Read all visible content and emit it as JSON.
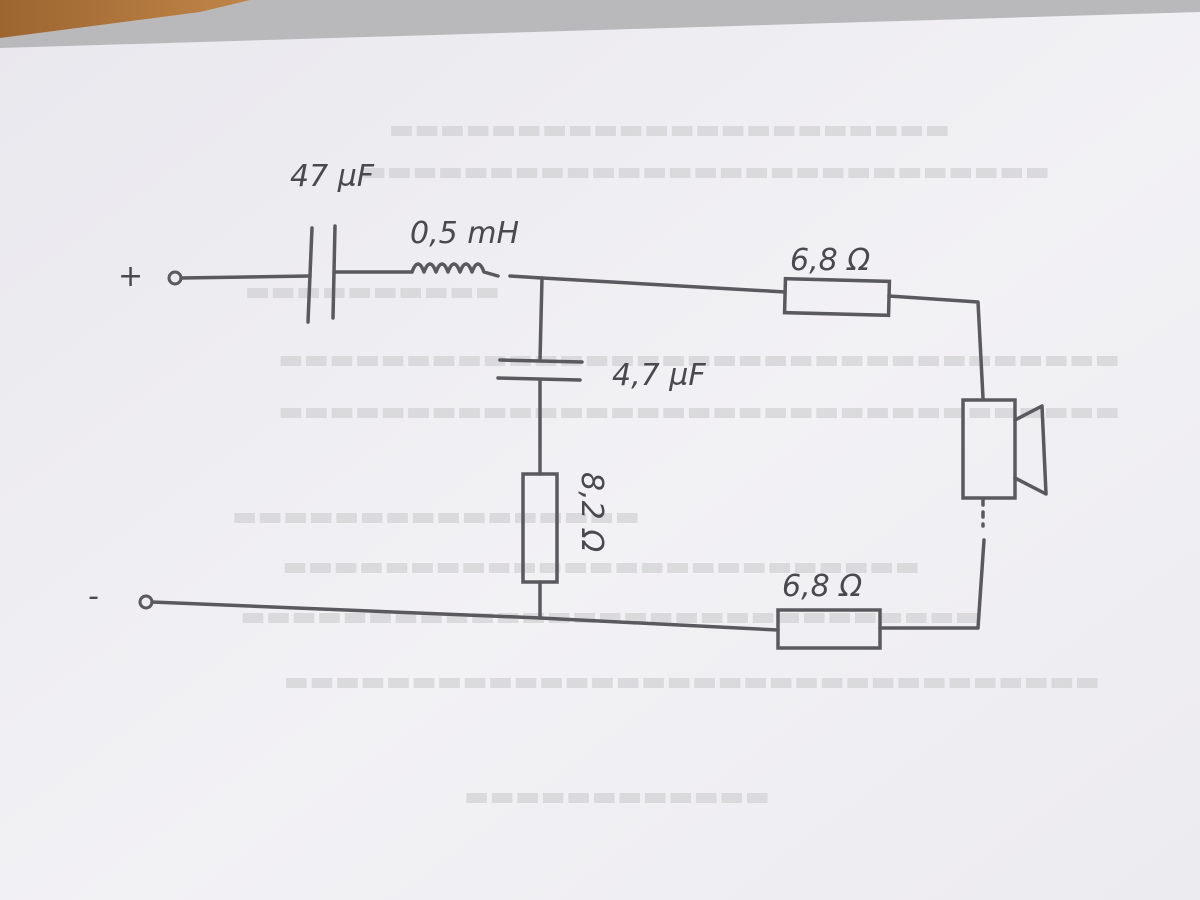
{
  "terminals": {
    "plus": "+",
    "minus": "-"
  },
  "components": {
    "c1_label": "47 µF",
    "l1_label": "0,5 mH",
    "c2_label": "4,7 µF",
    "r_shunt_label": "8,2 Ω",
    "r_top_label": "6,8 Ω",
    "r_bottom_label": "6,8 Ω"
  },
  "colors": {
    "paper": "#ecebf0",
    "ink": "#4a4a4e",
    "table_wood": "#b0743a"
  }
}
